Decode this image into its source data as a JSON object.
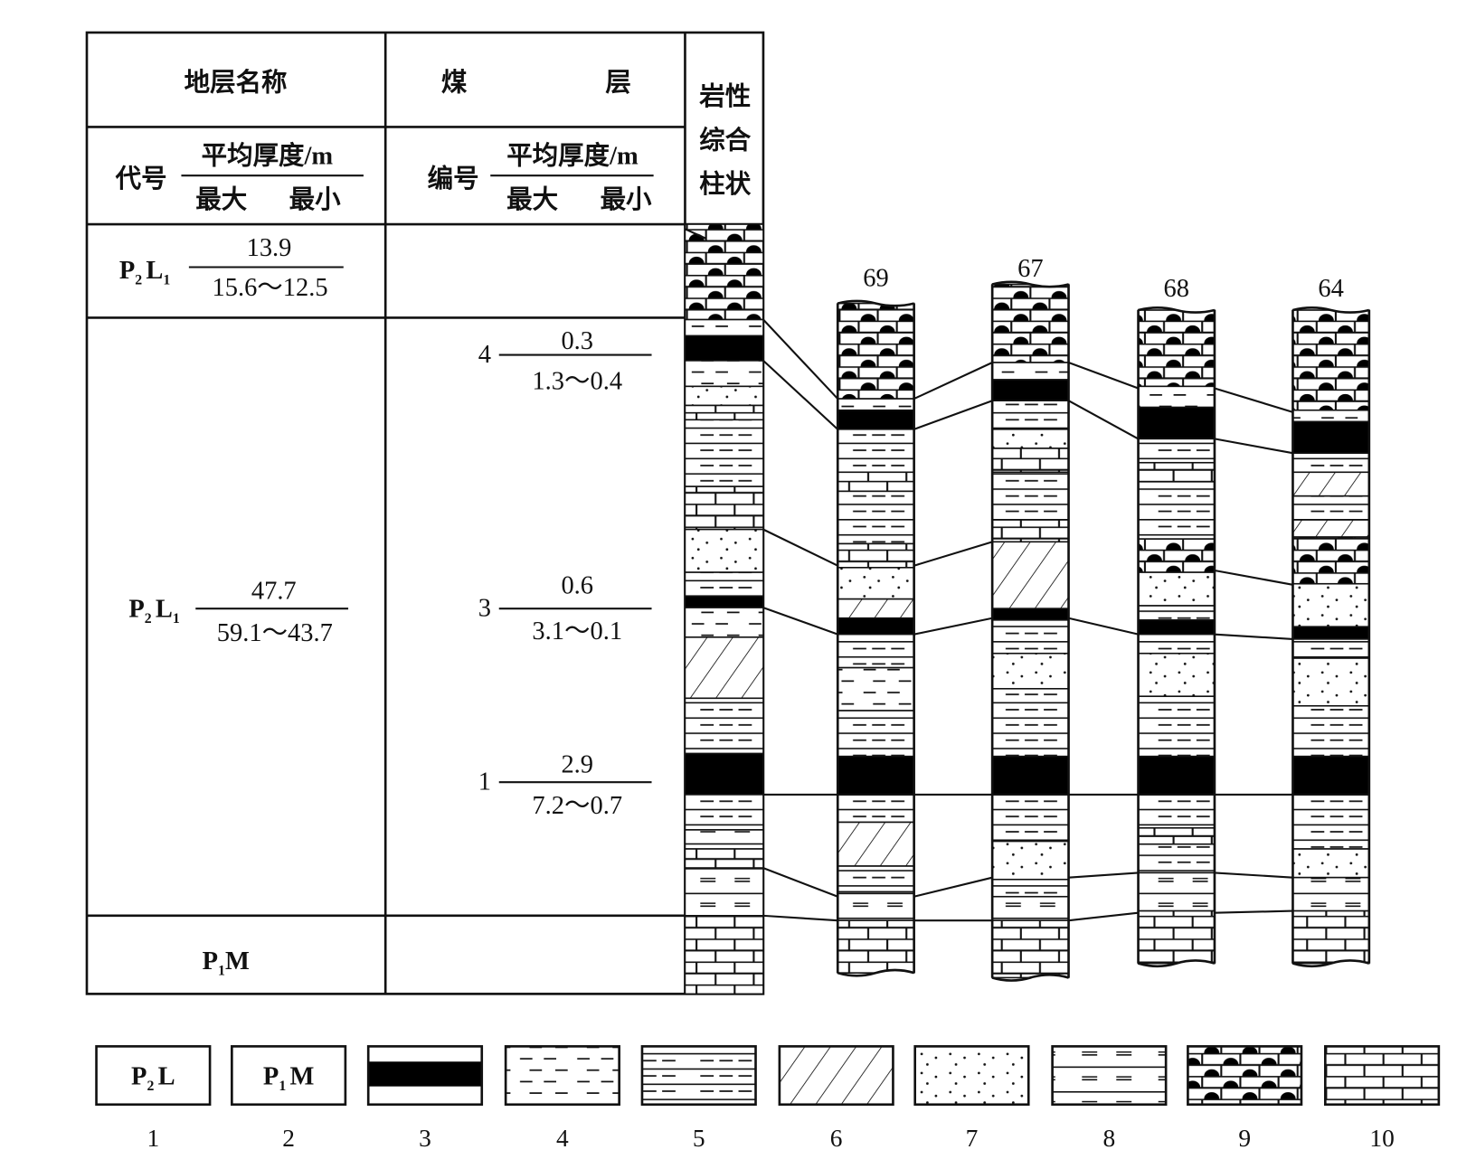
{
  "table": {
    "col1_header": "地层名称",
    "col2_header_left": "煤",
    "col2_header_right": "层",
    "col3_header": [
      "岩性",
      "综合",
      "柱状"
    ],
    "code_label": "代号",
    "number_label": "编号",
    "avg_thickness_label": "平均厚度/m",
    "max_label": "最大",
    "min_label": "最小",
    "strata": [
      {
        "code": "P",
        "code_sub": "2",
        "code2": "L",
        "code2_sub": "1",
        "avg": "13.9",
        "range": "15.6～12.5"
      },
      {
        "code": "P",
        "code_sub": "2",
        "code2": "L",
        "code2_sub": "1",
        "avg": "47.7",
        "range": "59.1～43.7"
      },
      {
        "code": "P",
        "code_sub": "1",
        "code2": "M",
        "code2_sub": "",
        "avg": "",
        "range": ""
      }
    ],
    "coal_seams": [
      {
        "id": "4",
        "avg": "0.3",
        "range": "1.3～0.4"
      },
      {
        "id": "3",
        "avg": "0.6",
        "range": "3.1～0.1"
      },
      {
        "id": "1",
        "avg": "2.9",
        "range": "7.2～0.7"
      }
    ]
  },
  "boreholes": [
    "69",
    "67",
    "68",
    "64"
  ],
  "legend": [
    {
      "n": "1",
      "type": "P2L",
      "text": "P",
      "sub": "2",
      "text2": "L"
    },
    {
      "n": "2",
      "type": "P1M",
      "text": "P",
      "sub": "1",
      "text2": "M"
    },
    {
      "n": "3",
      "type": "coal"
    },
    {
      "n": "4",
      "type": "mudstone"
    },
    {
      "n": "5",
      "type": "siltstone"
    },
    {
      "n": "6",
      "type": "hatched"
    },
    {
      "n": "7",
      "type": "sandstone"
    },
    {
      "n": "8",
      "type": "argillaceous"
    },
    {
      "n": "9",
      "type": "nodular-limestone"
    },
    {
      "n": "10",
      "type": "limestone"
    }
  ]
}
